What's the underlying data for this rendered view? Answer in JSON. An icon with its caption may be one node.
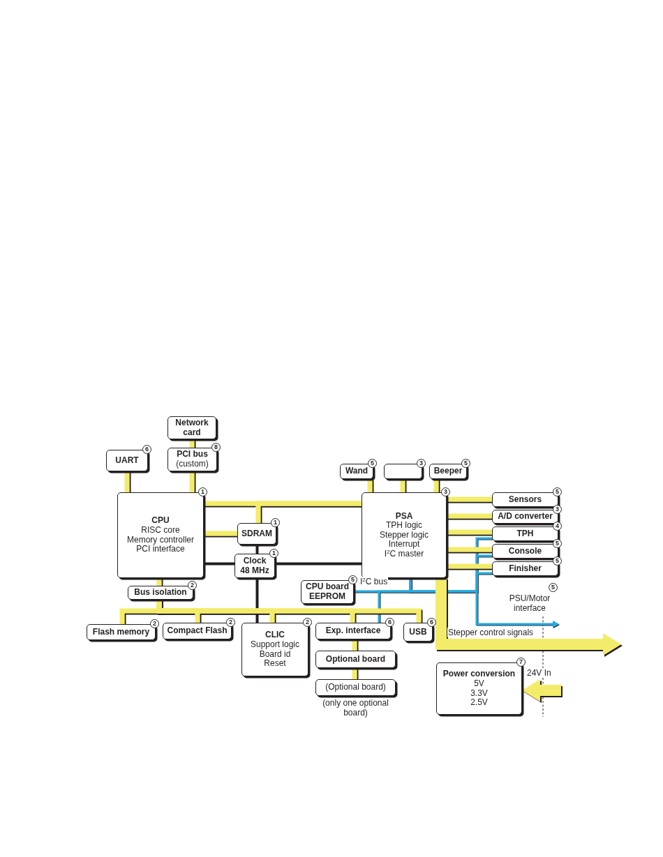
{
  "diagram": {
    "nodes": [
      {
        "text": [
          "Network card"
        ]
      },
      {
        "text": [
          "UART"
        ],
        "beside": [
          "6"
        ]
      },
      {
        "text": [
          "PCI bus",
          "(custom)"
        ],
        "beside": [
          "8"
        ]
      },
      {
        "text": [
          "Wand"
        ],
        "beside": [
          "5"
        ]
      },
      {
        "text": [],
        "shape": "box",
        "beside": [
          "3"
        ]
      },
      {
        "text": [
          "Beeper"
        ],
        "beside": [
          "5"
        ]
      },
      {
        "text": [
          "CPU",
          "RISC core",
          "Memory controller",
          "PCI interface"
        ],
        "beside": [
          "1"
        ]
      },
      {
        "text": [
          "PSA",
          "TPH logic",
          "Stepper logic",
          "Interrupt",
          "I$^{2}$C master"
        ],
        "beside": [
          "3"
        ]
      },
      {
        "text": [
          "Sensors"
        ],
        "beside": [
          "5"
        ]
      },
      {
        "text": [
          "A/D converter"
        ],
        "beside": [
          "3"
        ]
      },
      {
        "text": [
          "TPH"
        ],
        "beside": [
          "4"
        ]
      },
      {
        "text": [
          "Console"
        ],
        "beside": [
          "5"
        ]
      },
      {
        "text": [
          "Finisher"
        ],
        "beside": [
          "5"
        ]
      },
      {
        "text": [
          "SDRAM"
        ],
        "beside": [
          "1"
        ]
      },
      {
        "text": [
          "Clock 48 MHz"
        ],
        "beside": [
          "1"
        ]
      },
      {
        "text": [
          "Bus isolation"
        ],
        "beside": [
          "2"
        ]
      },
      {
        "text": [
          "CPU board EEPROM"
        ],
        "beside": [
          "5"
        ]
      },
      {
        "text": [
          "Flash memory"
        ],
        "beside": [
          "2"
        ]
      },
      {
        "text": [
          "Compact Flash"
        ],
        "beside": [
          "2"
        ]
      },
      {
        "text": [
          "CLIC",
          "Support logic",
          "Board id",
          "Reset"
        ],
        "beside": [
          "2"
        ]
      },
      {
        "text": [
          "Exp. interface"
        ],
        "beside": [
          "6"
        ]
      },
      {
        "text": [
          "USB"
        ],
        "beside": [
          "6"
        ]
      },
      {
        "text": [
          "Optional board"
        ]
      },
      {
        "text": [
          "(Optional board)"
        ],
        "beside": [
          "(only one optional board)"
        ]
      },
      {
        "text": [
          "Power conversion",
          "5V",
          "3.3V",
          "2.5V"
        ],
        "beside": [
          "7"
        ]
      }
    ],
    "edges": [
      {
        "from": 0,
        "to": 2,
        "arrow": "none"
      },
      {
        "from": 2,
        "to": 6,
        "arrow": "none"
      },
      {
        "from": 1,
        "to": 6,
        "arrow": "none"
      },
      {
        "from": 6,
        "to": 7,
        "arrow": "none"
      },
      {
        "from": 13,
        "to": 7,
        "arrow": "none"
      },
      {
        "from": 6,
        "to": 13,
        "arrow": "none"
      },
      {
        "from": 3,
        "to": 7,
        "arrow": "none"
      },
      {
        "from": 4,
        "to": 7,
        "arrow": "none"
      },
      {
        "from": 5,
        "to": 7,
        "arrow": "none"
      },
      {
        "from": 7,
        "to": 8,
        "arrow": "none"
      },
      {
        "from": 7,
        "to": 9,
        "arrow": "none"
      },
      {
        "from": 7,
        "to": 10,
        "arrow": "none"
      },
      {
        "from": 7,
        "to": 11,
        "arrow": "none"
      },
      {
        "from": 7,
        "to": 12,
        "arrow": "none"
      },
      {
        "from": 6,
        "to": 15,
        "arrow": "none"
      },
      {
        "from": 15,
        "to": 17,
        "arrow": "none"
      },
      {
        "from": 15,
        "to": 18,
        "arrow": "none"
      },
      {
        "from": 15,
        "to": 19,
        "arrow": "none"
      },
      {
        "from": 15,
        "to": 20,
        "arrow": "none"
      },
      {
        "from": 15,
        "to": 21,
        "arrow": "none"
      },
      {
        "from": 20,
        "to": 22,
        "arrow": "none"
      },
      {
        "from": 22,
        "to": 23,
        "arrow": "none"
      },
      {
        "from": 7,
        "to": null,
        "arrow": "to",
        "label": "Stepper control signals",
        "style": "thick"
      },
      {
        "from": null,
        "to": 24,
        "arrow": "to",
        "label": "24V In",
        "style": "thick"
      },
      {
        "from": 6,
        "to": 14,
        "arrow": "none",
        "color": "#231f20"
      },
      {
        "from": 14,
        "to": 7,
        "arrow": "none",
        "color": "#231f20"
      },
      {
        "from": 13,
        "to": 14,
        "arrow": "none",
        "color": "#231f20"
      },
      {
        "from": 14,
        "to": 19,
        "arrow": "none",
        "color": "#231f20"
      },
      {
        "from": 7,
        "to": 16,
        "arrow": "none",
        "label": "I$^{2}$C bus",
        "color": "#27aae1"
      },
      {
        "from": 7,
        "to": 20,
        "arrow": "none",
        "color": "#27aae1"
      },
      {
        "from": 7,
        "to": 10,
        "arrow": "none",
        "color": "#27aae1"
      },
      {
        "from": 7,
        "to": 11,
        "arrow": "none",
        "color": "#27aae1"
      },
      {
        "from": 7,
        "to": 12,
        "arrow": "none",
        "color": "#27aae1"
      },
      {
        "from": 7,
        "to": null,
        "arrow": "to",
        "label": "PSU/Motor interface",
        "color": "#27aae1"
      }
    ],
    "labels": [
      "5"
    ]
  }
}
